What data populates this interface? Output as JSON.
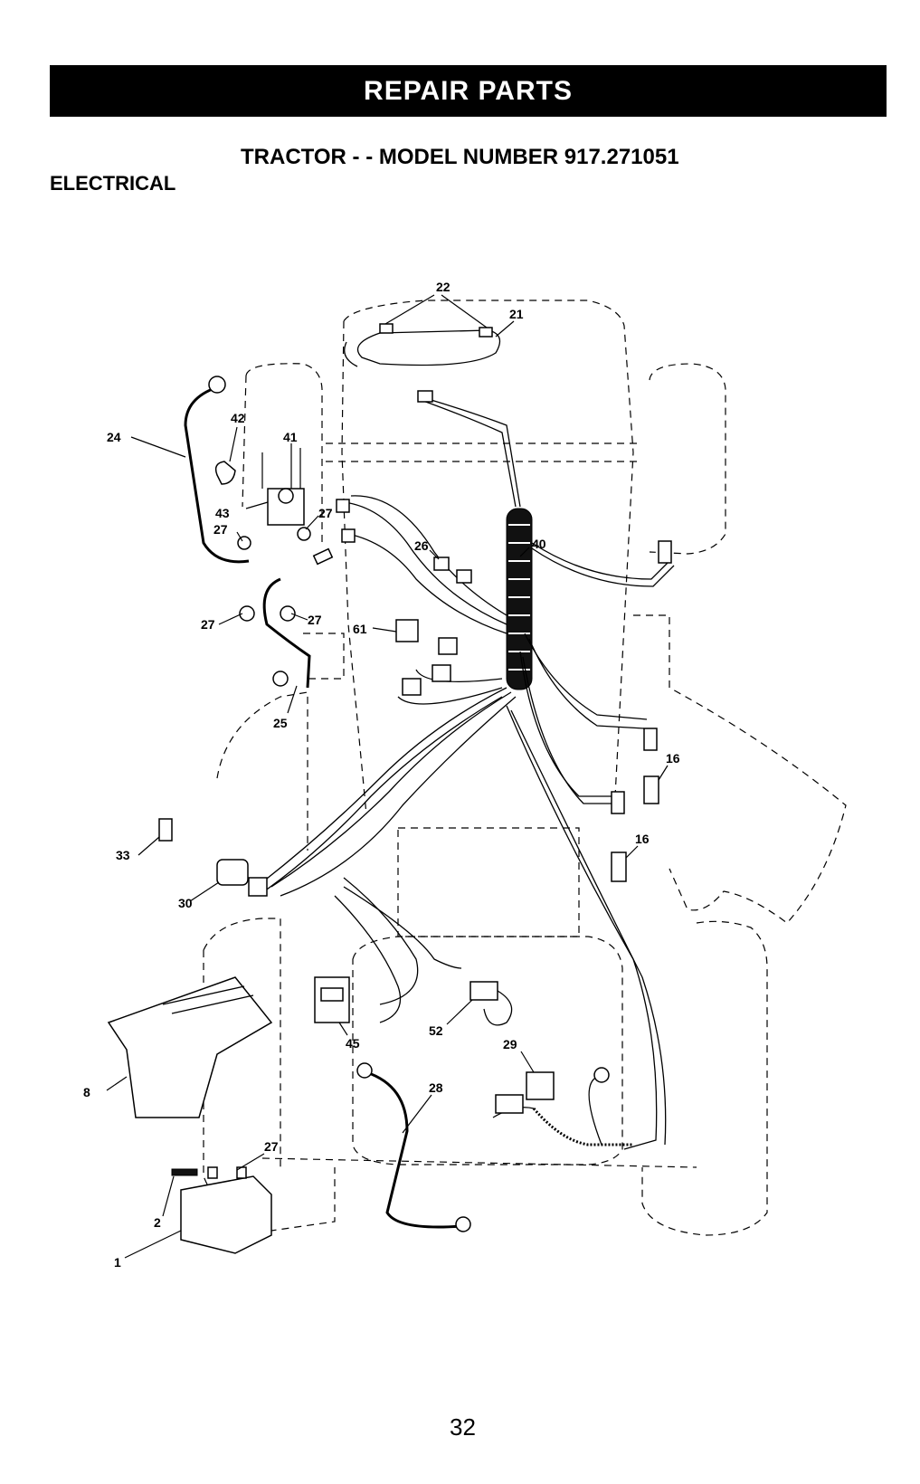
{
  "header": {
    "banner": "REPAIR PARTS",
    "subtitle": "TRACTOR - - MODEL NUMBER 917.271051",
    "section": "ELECTRICAL"
  },
  "callouts": {
    "c1": "1",
    "c2": "2",
    "c8": "8",
    "c16a": "16",
    "c16b": "16",
    "c21": "21",
    "c22": "22",
    "c24": "24",
    "c25": "25",
    "c26": "26",
    "c27a": "27",
    "c27b": "27",
    "c27c": "27",
    "c27d": "27",
    "c27e": "27",
    "c28": "28",
    "c29": "29",
    "c30": "30",
    "c33": "33",
    "c40": "40",
    "c41": "41",
    "c42": "42",
    "c43": "43",
    "c45": "45",
    "c52": "52",
    "c61": "61"
  },
  "footer": {
    "page_number": "32"
  }
}
